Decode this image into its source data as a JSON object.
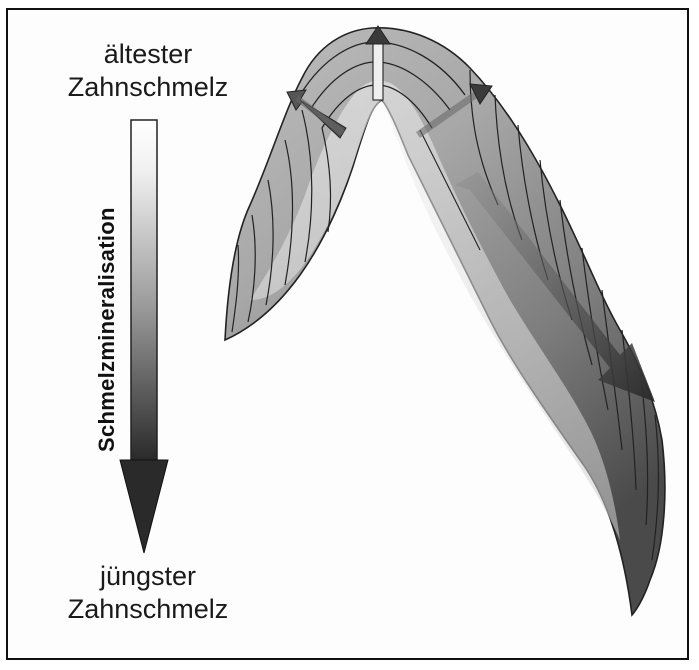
{
  "labels": {
    "top_line1": "ältester",
    "top_line2": "Zahnschmelz",
    "bottom_line1": "jüngster",
    "bottom_line2": "Zahnschmelz",
    "vertical": "Schmelzmineralisation"
  },
  "colors": {
    "border": "#111111",
    "tooth_fill_light": "#e6e6e6",
    "tooth_fill_dark": "#5a5a5a",
    "arrow_dark": "#3a3a3a"
  }
}
